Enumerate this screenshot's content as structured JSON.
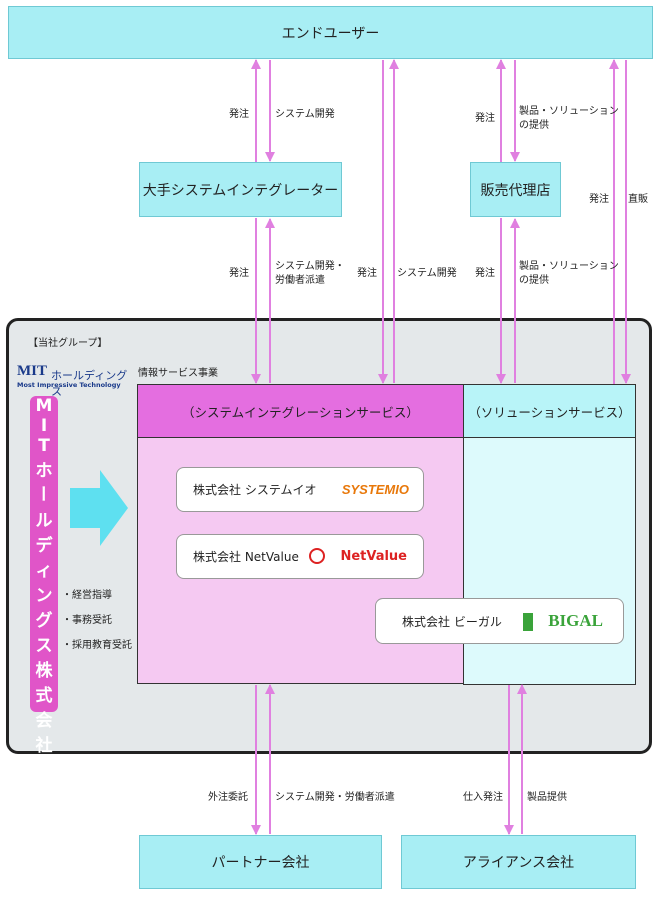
{
  "nodes": {
    "end_user": "エンドユーザー",
    "integrator": "大手システムインテグレーター",
    "reseller": "販売代理店",
    "partner": "パートナー会社",
    "alliance": "アライアンス会社"
  },
  "group": {
    "label": "【当社グループ】",
    "holdings_logo_mark": "MIT",
    "holdings_logo_text": "ホールディングス",
    "holdings_tagline": "Most Impressive Technology",
    "segment": "情報サービス事業",
    "si_header": "（システムインテグレーションサービス）",
    "sol_header": "（ソリューションサービス）",
    "holdings_vertical": [
      "M",
      "I",
      "T",
      "ホ",
      "ー",
      "ル",
      "デ",
      "ィ",
      "ン",
      "グ",
      "ス",
      "株",
      "式",
      "会",
      "社"
    ],
    "services": [
      "・経営指導",
      "・事務受託",
      "・採用教育受託"
    ],
    "companies": [
      {
        "name": "株式会社 システムイオ",
        "logo": "SYSTEMIO"
      },
      {
        "name": "株式会社 NetValue",
        "logo": "NetValue"
      },
      {
        "name": "株式会社 ビーガル",
        "logo": "BIGAL"
      }
    ]
  },
  "flow_labels": {
    "order_1": "発注",
    "sysdev_1": "システム開発",
    "order_2": "発注",
    "products_1": "製品・ソリューション",
    "products_1b": "の提供",
    "order_3": "発注",
    "direct": "直販",
    "order_4": "発注",
    "sysdev_dispatch_1": "システム開発・",
    "sysdev_dispatch_1b": "労働者派遣",
    "order_5": "発注",
    "sysdev_2": "システム開発",
    "order_6": "発注",
    "products_2": "製品・ソリューション",
    "products_2b": "の提供",
    "outsourcing": "外注委託",
    "sysdev_dispatch_2": "システム開発・労働者派遣",
    "purchase_order": "仕入発注",
    "product_supply": "製品提供"
  },
  "colors": {
    "arrow": "#e080e0",
    "cyan_box": "#a8eef4",
    "si_header": "#e46ee0",
    "si_body": "#f5c9f2",
    "sol_header": "#b8f4f8",
    "sol_body": "#ddfafc",
    "holdings_bar": "#e055c8",
    "big_arrow": "#5ee0f0"
  }
}
